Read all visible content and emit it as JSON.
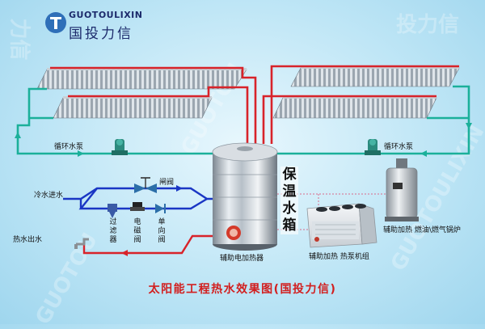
{
  "logo": {
    "brand_latin": "GUOTOULIXIN",
    "brand_cn": "国投力信"
  },
  "labels": {
    "pump_left": "循环水泵",
    "pump_right": "循环水泵",
    "cold_inlet": "冷水进水",
    "gate_valve": "闸阀",
    "filter": "过滤器",
    "solenoid_valve": "电磁阀",
    "check_valve": "单向阀",
    "hot_outlet": "热水出水",
    "tank": "保温水箱",
    "aux_heater": "辅助电加热器",
    "heat_pump": "辅助加热 热泵机组",
    "boiler": "辅助加热 燃油\\燃气锅炉"
  },
  "footer": {
    "title": "太阳能工程热水效果图(国投力信)"
  },
  "colors": {
    "hot_pipe": "#d8232a",
    "cold_pipe": "#1a36c4",
    "circ_pipe": "#1bb09a",
    "title": "#d21f1f",
    "brand": "#1c2a6b"
  },
  "icons": [
    "logo-mark-icon",
    "solar-collector-icon",
    "pump-icon",
    "gate-valve-icon",
    "filter-icon",
    "solenoid-valve-icon",
    "check-valve-icon",
    "faucet-icon",
    "tank-icon",
    "heat-pump-icon",
    "boiler-icon"
  ]
}
